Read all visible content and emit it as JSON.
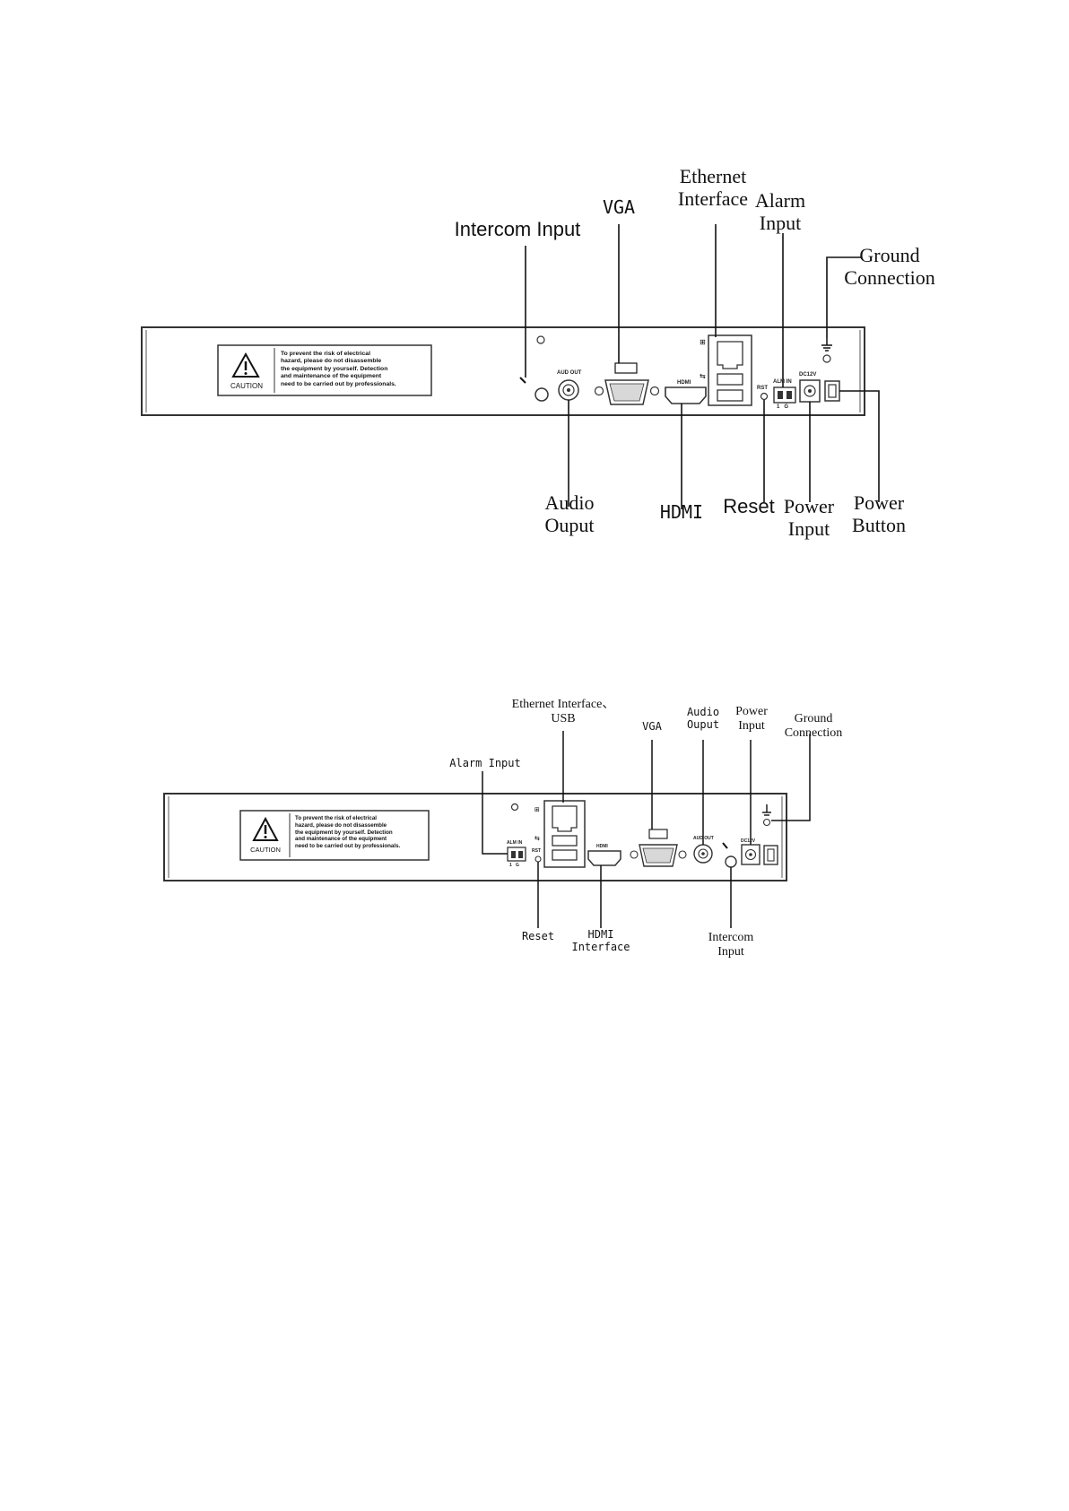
{
  "top_diagram": {
    "labels": {
      "intercom_input": "Intercom Input",
      "vga": "VGA",
      "ethernet_interface": "Ethernet\nInterface",
      "alarm_input": "Alarm\nInput",
      "ground_connection": "Ground\nConnection",
      "audio_output": "Audio\nOuput",
      "hdmi": "HDMI",
      "reset": "Reset",
      "power_input": "Power\nInput",
      "power_button": "Power\nButton"
    },
    "panel_labels": {
      "aud_out": "AUD OUT",
      "hdmi": "HDMI",
      "rst": "RST",
      "alm_in": "ALM IN",
      "dc12v": "DC12V",
      "alm_pins": "1   G"
    }
  },
  "bottom_diagram": {
    "labels": {
      "ethernet_usb": "Ethernet Interface、\nUSB",
      "vga": "VGA",
      "audio_output": "Audio\nOuput",
      "power_input": "Power\nInput",
      "ground_connection": "Ground\nConnection",
      "alarm_input": "Alarm Input",
      "reset": "Reset",
      "hdmi_interface": "HDMI\nInterface",
      "intercom_input": "Intercom\nInput"
    },
    "panel_labels": {
      "aud_out": "AUD OUT",
      "hdmi": "HDMI",
      "rst": "RST",
      "alm_in": "ALM IN",
      "dc12v": "DC12V",
      "alm_pins": "1   G"
    }
  },
  "caution_label": {
    "word": "CAUTION",
    "text": "To prevent the risk of  electrical\nhazard, please do not disassemble\nthe equipment by yourself. Detection\nand maintenance of the equipment\nneed to be carried out by professionals."
  }
}
